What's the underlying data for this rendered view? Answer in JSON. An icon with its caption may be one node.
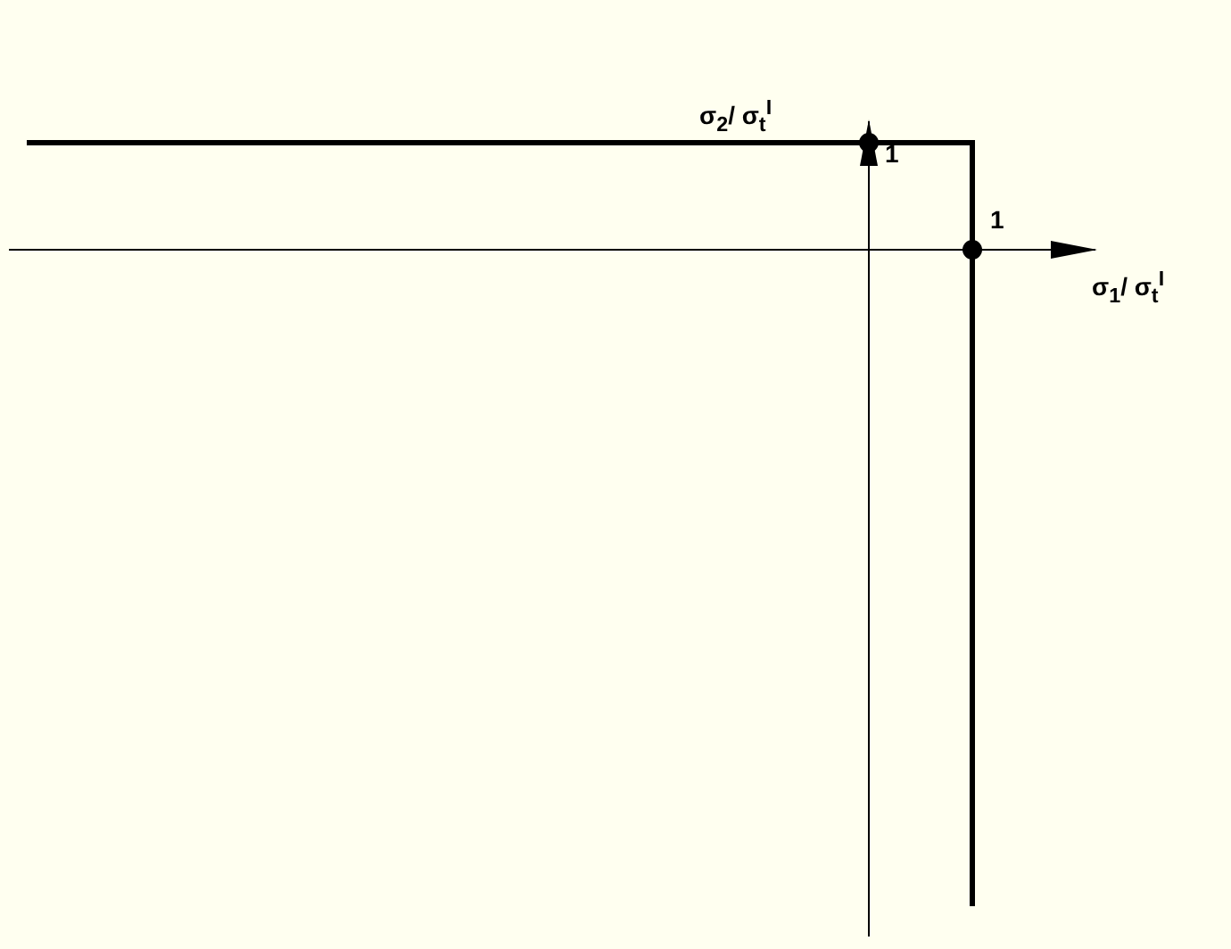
{
  "diagram": {
    "labels": [
      "σ$_{2}$/ σ$_{t}$$^{I}$",
      "1",
      "1",
      "σ$_{1}$/ σ$_{t}$$^{I}$"
    ]
  }
}
